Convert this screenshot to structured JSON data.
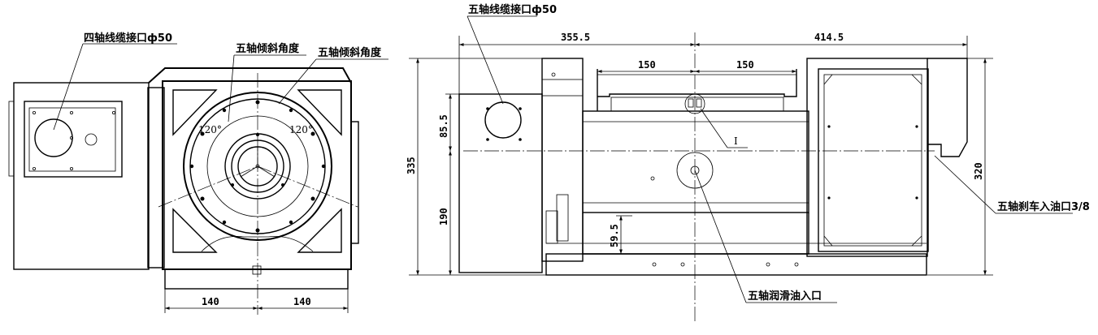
{
  "front_view": {
    "label_4axis_cable": "四轴线缆接口ф50",
    "label_5axis_tilt_a": "五轴倾斜角度",
    "label_5axis_tilt_b": "五轴倾斜角度",
    "angle_left": "120°",
    "angle_right": "120°",
    "dim_left": "140",
    "dim_right": "140"
  },
  "side_view": {
    "label_5axis_cable": "五轴线缆接口ф50",
    "label_brake_oil": "五轴刹车入油口3/8",
    "label_lube_oil": "五轴润滑油入口",
    "label_detail": "I",
    "dim_top_left": "355.5",
    "dim_top_right": "414.5",
    "dim_150_left": "150",
    "dim_150_right": "150",
    "dim_335": "335",
    "dim_85_5": "85.5",
    "dim_190": "190",
    "dim_59_5": "59.5",
    "dim_320": "320"
  }
}
